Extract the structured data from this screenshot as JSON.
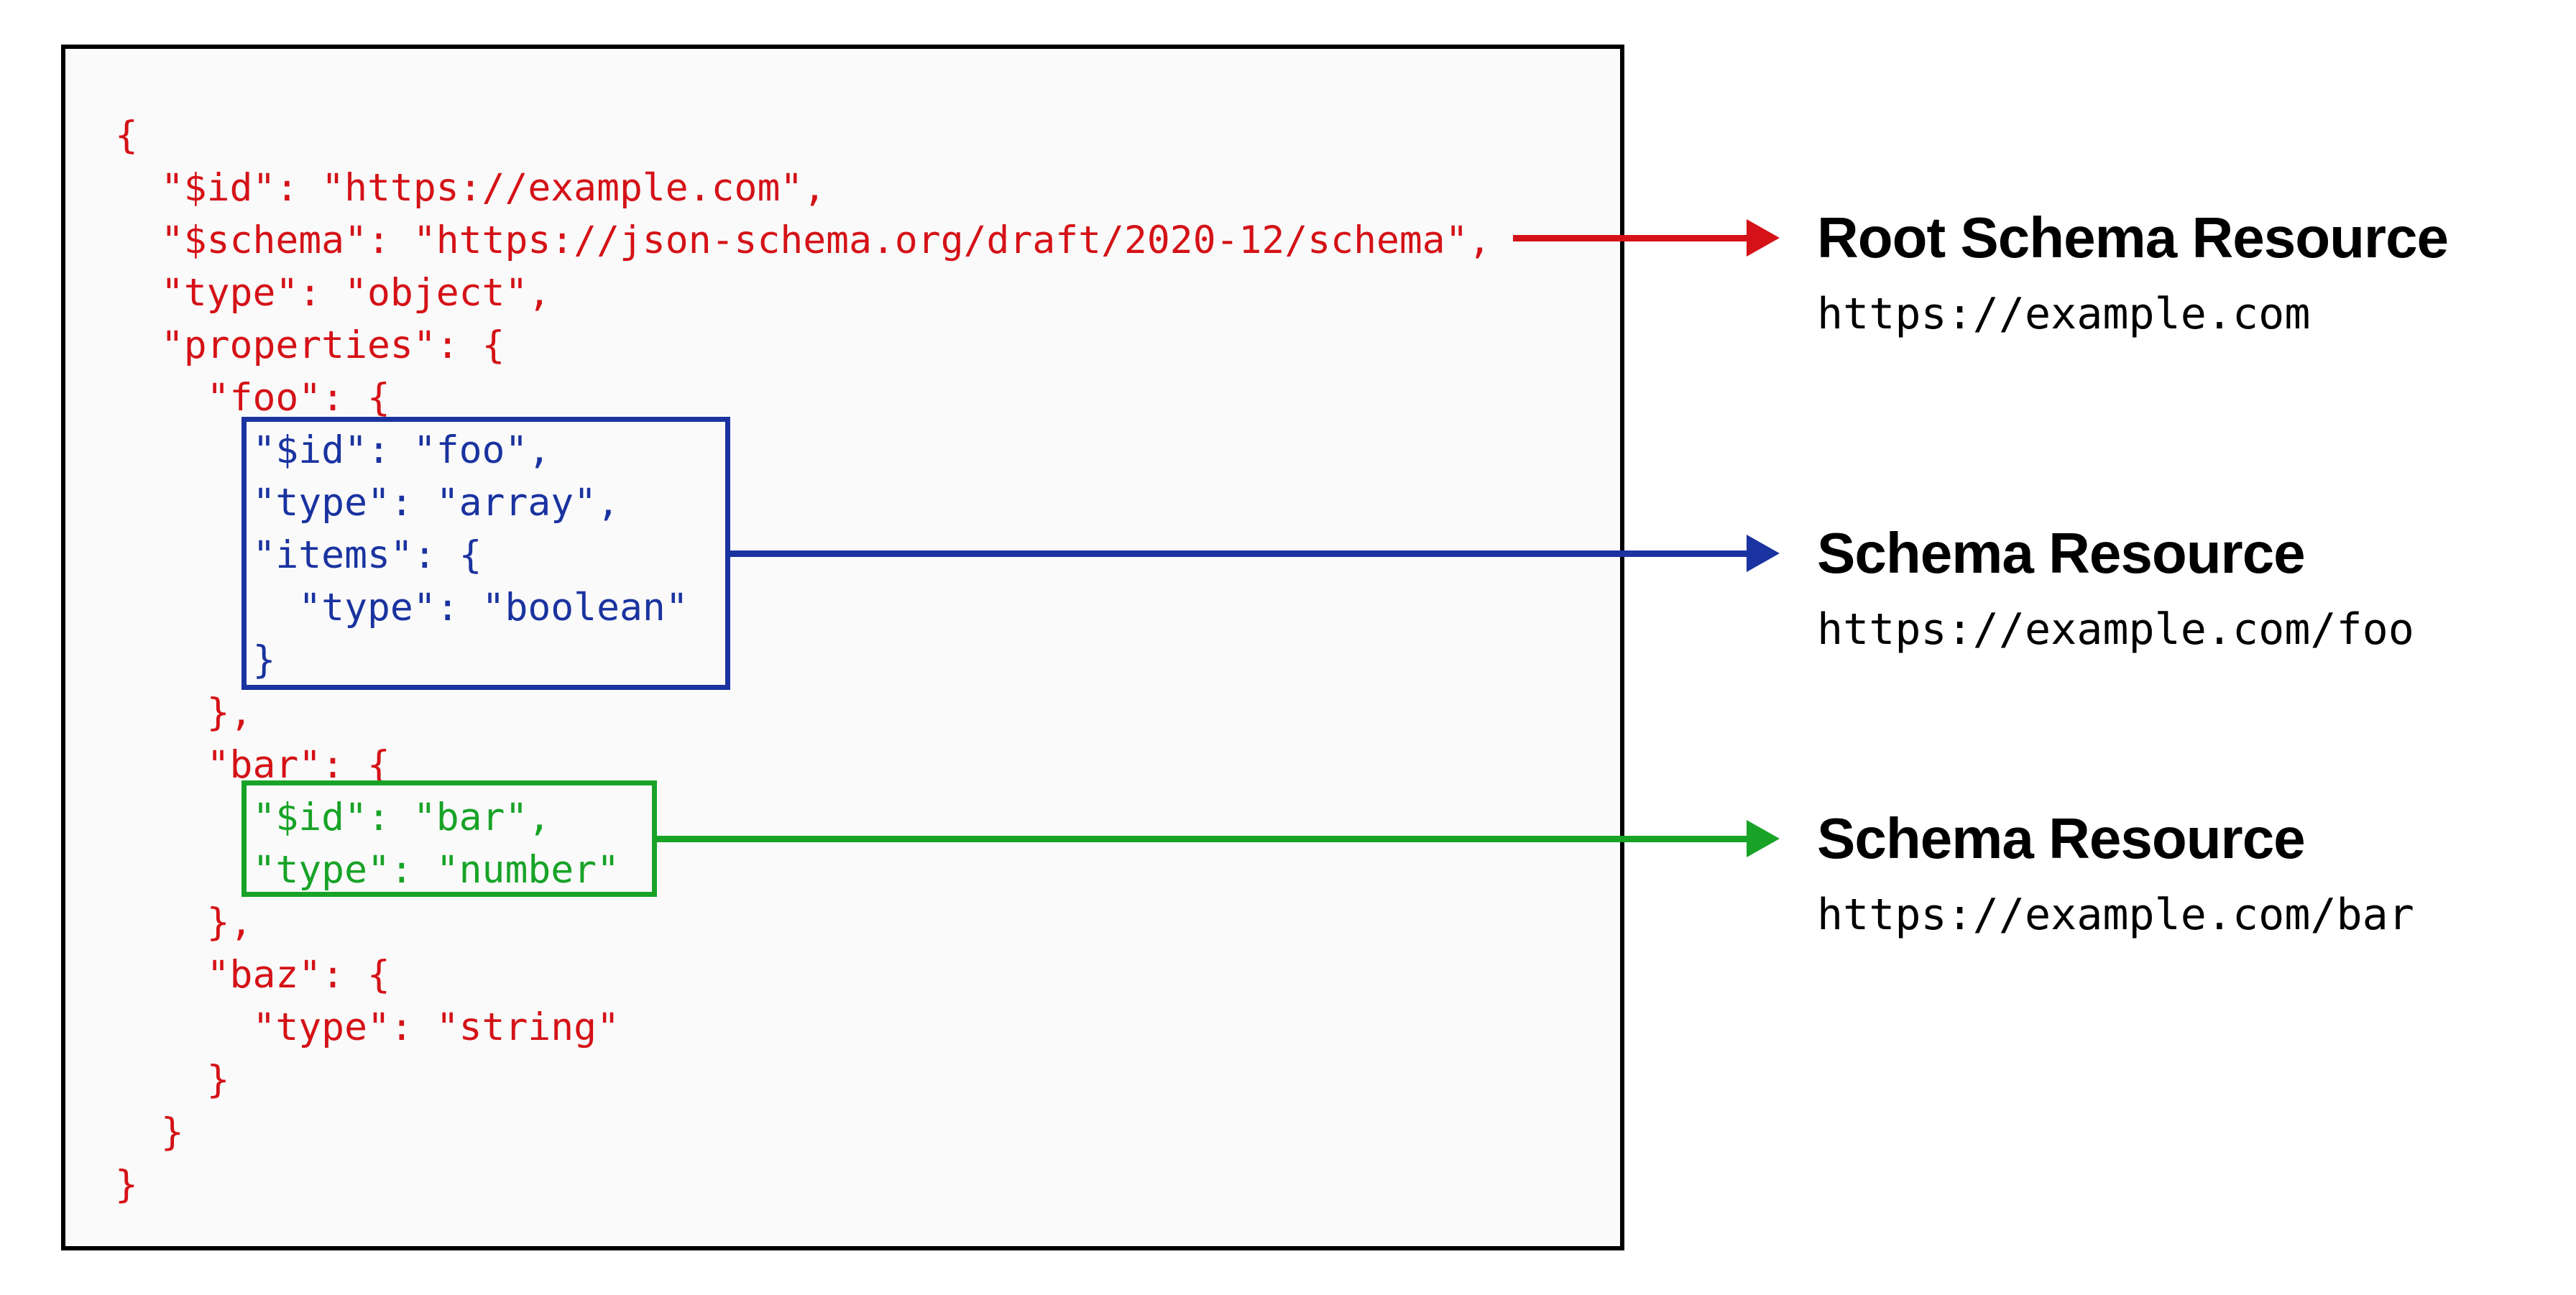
{
  "colors": {
    "code_red": "#d41217",
    "resource_blue": "#1a33a0",
    "resource_green": "#18a327",
    "panel_background": "#fafafa",
    "panel_border": "#000000",
    "label_text": "#000000"
  },
  "code_panel": {
    "lines": [
      {
        "text": "{",
        "color": "red"
      },
      {
        "text": "  \"$id\": \"https://example.com\",",
        "color": "red"
      },
      {
        "text": "  \"$schema\": \"https://json-schema.org/draft/2020-12/schema\",",
        "color": "red"
      },
      {
        "text": "  \"type\": \"object\",",
        "color": "red"
      },
      {
        "text": "  \"properties\": {",
        "color": "red"
      },
      {
        "text": "    \"foo\": {",
        "color": "red"
      },
      {
        "text": "      \"$id\": \"foo\",",
        "color": "blue"
      },
      {
        "text": "      \"type\": \"array\",",
        "color": "blue"
      },
      {
        "text": "      \"items\": {",
        "color": "blue"
      },
      {
        "text": "        \"type\": \"boolean\"",
        "color": "blue"
      },
      {
        "text": "      }",
        "color": "blue"
      },
      {
        "text": "    },",
        "color": "red"
      },
      {
        "text": "    \"bar\": {",
        "color": "red"
      },
      {
        "text": "      \"$id\": \"bar\",",
        "color": "green"
      },
      {
        "text": "      \"type\": \"number\"",
        "color": "green"
      },
      {
        "text": "    },",
        "color": "red"
      },
      {
        "text": "    \"baz\": {",
        "color": "red"
      },
      {
        "text": "      \"type\": \"string\"",
        "color": "red"
      },
      {
        "text": "    }",
        "color": "red"
      },
      {
        "text": "  }",
        "color": "red"
      },
      {
        "text": "}",
        "color": "red"
      }
    ]
  },
  "annotations": [
    {
      "heading": "Root Schema Resource",
      "url": "https://example.com",
      "color": "red"
    },
    {
      "heading": "Schema Resource",
      "url": "https://example.com/foo",
      "color": "blue"
    },
    {
      "heading": "Schema Resource",
      "url": "https://example.com/bar",
      "color": "green"
    }
  ]
}
